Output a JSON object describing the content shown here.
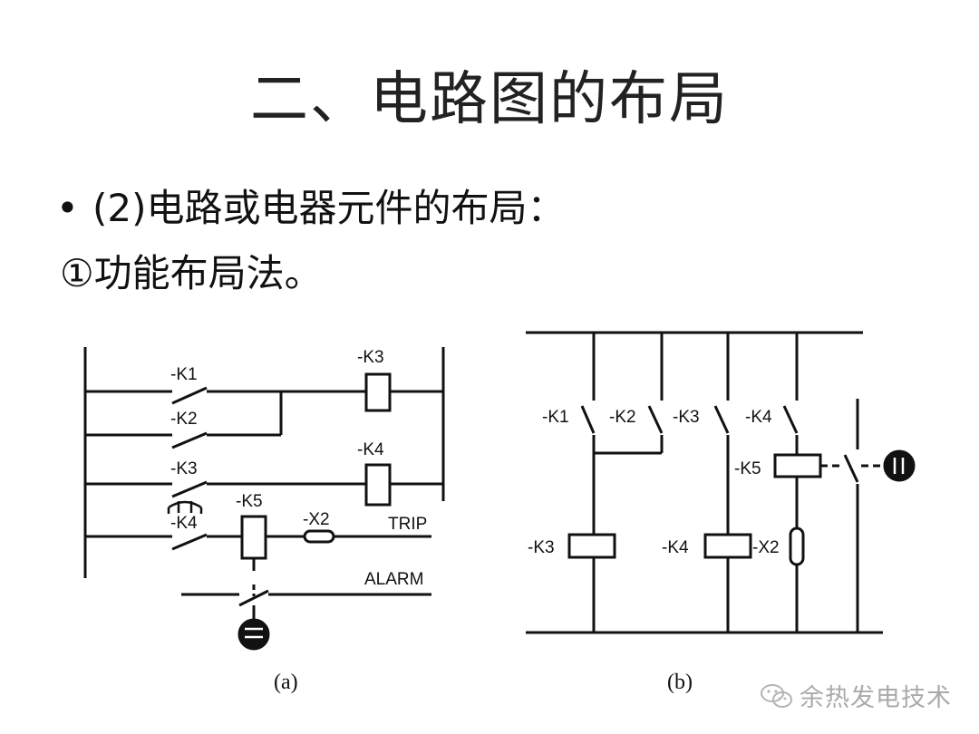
{
  "slide": {
    "title": "二、电路图的布局",
    "bullet_dot": "•",
    "bullet": "(2)电路或电器元件的布局：",
    "sub": "①功能布局法。"
  },
  "diagram_a": {
    "caption": "(a)",
    "labels": {
      "k1": "-K1",
      "k2": "-K2",
      "k3_top": "-K3",
      "k3": "-K3",
      "k4_top": "-K4",
      "k4": "-K4",
      "k5": "-K5",
      "x2": "-X2",
      "trip": "TRIP",
      "alarm": "ALARM"
    }
  },
  "diagram_b": {
    "caption": "(b)",
    "labels": {
      "k1": "-K1",
      "k2": "-K2",
      "k3": "-K3",
      "k4": "-K4",
      "k5": "-K5",
      "k3_coil": "-K3",
      "k4_coil": "-K4",
      "x2": "-X2"
    }
  },
  "watermark": {
    "text": "余热发电技术",
    "icon": "wechat-icon"
  }
}
